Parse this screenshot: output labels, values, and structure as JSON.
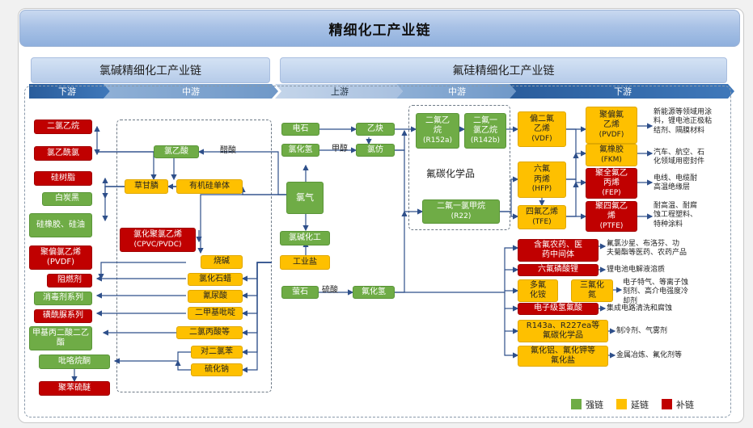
{
  "title": "精细化工产业链",
  "sections": {
    "left": "氯碱精细化工产业链",
    "right": "氟硅精细化工产业链"
  },
  "stages": {
    "l_down": "下游",
    "l_mid": "中游",
    "r_up": "上游",
    "r_mid": "中游",
    "r_down": "下游"
  },
  "group_label": "氟碳化学品",
  "labels": {
    "acetic": "醋酸",
    "methanol": "甲醇",
    "sulfuric": "硫酸"
  },
  "chlor": {
    "down": [
      "二氯乙烷",
      "氯乙酰氯",
      "硅树脂",
      "白炭黑",
      "硅橡胶、硅油",
      "聚偏氯乙烯(PVDF)",
      "阻燃剂",
      "消毒剂系列",
      "磺酰脲系列",
      "甲基丙二酸二乙酯",
      "吡咯烷酮",
      "聚苯硫醚"
    ],
    "mid": {
      "chloroacetic": "氯乙酸",
      "glycine": "草甘膦",
      "organosilicon": "有机硅单体",
      "pvdc_l1": "氯化聚氯乙烯",
      "pvdc_l2": "(CPVC/PVDC)",
      "caustic": "烧碱",
      "paraffin": "氯化石蜡",
      "cyanuric": "氰尿酸",
      "dimethyl": "二甲基吡啶",
      "dichloro": "二氯丙酸等",
      "pdcb": "对二氯苯",
      "sodium_sulfide": "硫化钠"
    },
    "chlorine": "氯气",
    "chloralkali": "氯碱化工",
    "salt": "工业盐"
  },
  "fluor": {
    "up": {
      "carbide": "电石",
      "hcl": "氯化氢",
      "acetylene": "乙炔",
      "chloroform": "氯仿",
      "fluorite": "萤石",
      "hf": "氟化氢"
    },
    "mid": {
      "r152a_l1": "二氟乙",
      "r152a_l2": "烷",
      "r152a_l3": "(R152a)",
      "r142b_l1": "二氟一",
      "r142b_l2": "氯乙烷",
      "r142b_l3": "(R142b)",
      "r22_l1": "二氟一氯甲烷",
      "r22_l2": "(R22)"
    },
    "vdf": {
      "l1": "偏二氟",
      "l2": "乙烯",
      "l3": "(VDF)"
    },
    "hfp": {
      "l1": "六氟",
      "l2": "丙烯",
      "l3": "(HFP)"
    },
    "tfe": {
      "l1": "四氟乙烯",
      "l2": "(TFE)"
    },
    "pvdf": {
      "l1": "聚偏氟",
      "l2": "乙烯",
      "l3": "(PVDF)"
    },
    "fkm": {
      "l1": "氟橡胶",
      "l2": "(FKM)"
    },
    "fep": {
      "l1": "聚全氟乙",
      "l2": "丙烯",
      "l3": "(FEP)"
    },
    "ptfe": {
      "l1": "聚四氟乙",
      "l2": "烯",
      "l3": "(PTFE)"
    },
    "desc": {
      "pvdf": [
        "新能源等领域用涂",
        "料，锂电池正极粘",
        "结剂、隔膜材料"
      ],
      "fkm": [
        "汽车、航空、石",
        "化领域用密封件"
      ],
      "fep": [
        "电线、电缆耐",
        "高温绝缘层"
      ],
      "ptfe": [
        "耐高温、耐腐",
        "蚀工程塑料、",
        "特种涂料"
      ]
    },
    "products": {
      "pesticide": [
        "含氟农药、医",
        "药中间体"
      ],
      "lipf6": "六氟磷酸锂",
      "nf3": "三氟化氮",
      "multi": [
        "多氟",
        "化铵"
      ],
      "hf_e": "电子级氢氟酸",
      "refrig": [
        "R143a、R227ea等",
        "氟碳化学品"
      ],
      "aluminum": [
        "氟化铝、氟化钾等",
        "氟化盐"
      ]
    },
    "prod_desc": {
      "pesticide": [
        "氟氯沙星、布洛芬、功",
        "夫菊酯等医药、农药产品"
      ],
      "lipf6": "锂电池电解液溶质",
      "nf3": [
        "电子特气、等离子蚀",
        "刻剂、高介电强度冷",
        "却剂"
      ],
      "hf_e": "集成电路清洗和腐蚀",
      "refrig": "制冷剂、气雾剂",
      "aluminum": "金属冶炼、氟化剂等"
    }
  },
  "legend": [
    {
      "label": "强链",
      "color": "#6fac46"
    },
    {
      "label": "延链",
      "color": "#fec000"
    },
    {
      "label": "补链",
      "color": "#c00000"
    }
  ]
}
